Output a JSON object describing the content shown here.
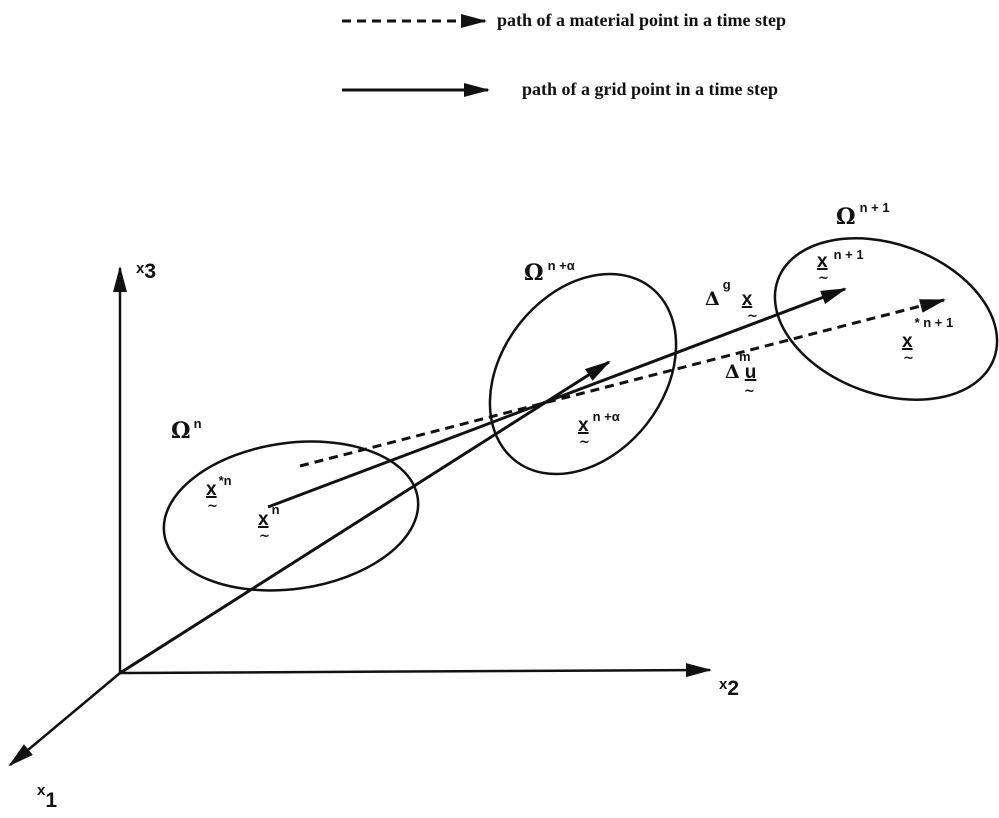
{
  "legend": {
    "material_path": "path of a material point in a time step",
    "grid_path": "path of a grid point in a time step"
  },
  "axes": {
    "x1": {
      "base": "x",
      "sub": "1"
    },
    "x2": {
      "base": "x",
      "sub": "2"
    },
    "x3": {
      "base": "x",
      "sub": "3"
    }
  },
  "domains": {
    "omega_n": {
      "base": "Ω",
      "sup": "n"
    },
    "omega_n_alpha": {
      "base": "Ω",
      "sup": "n +α"
    },
    "omega_n1": {
      "base": "Ω",
      "sup": "n + 1"
    }
  },
  "points": {
    "x_star_n": {
      "base": "x",
      "sup": "*n"
    },
    "x_n": {
      "base": "x",
      "sup": "n"
    },
    "x_n_alpha": {
      "base": "x",
      "sup": "n +α"
    },
    "x_n1": {
      "base": "x",
      "sup": "n + 1"
    },
    "x_star_n1": {
      "base": "x",
      "sup": "* n + 1"
    }
  },
  "increments": {
    "delta_g_x": {
      "delta": "Δ",
      "sup": "g",
      "vec": "x"
    },
    "delta_u_m": {
      "delta": "Δ",
      "sup": "m",
      "vec": "u"
    }
  },
  "tilde_char": "~",
  "colors": {
    "ink": "#111111",
    "background": "#ffffff"
  }
}
